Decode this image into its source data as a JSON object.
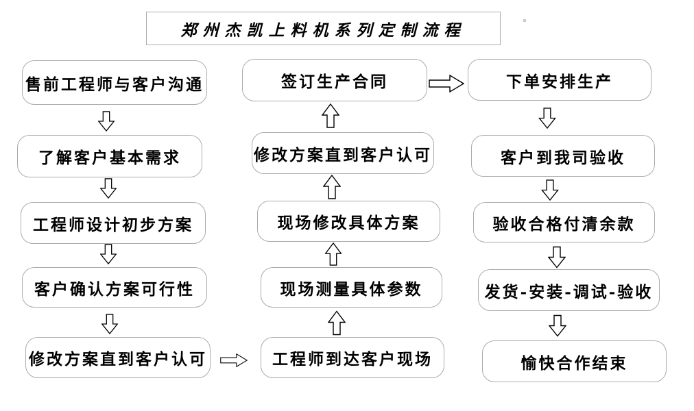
{
  "title": "郑州杰凯上料机系列定制流程",
  "flow": {
    "left": [
      "售前工程师与客户沟通",
      "了解客户基本需求",
      "工程师设计初步方案",
      "客户确认方案可行性",
      "修改方案直到客户认可"
    ],
    "middle": [
      "签订生产合同",
      "修改方案直到客户认可",
      "现场修改具体方案",
      "现场测量具体参数",
      "工程师到达客户现场"
    ],
    "right": [
      "下单安排生产",
      "客户到我司验收",
      "验收合格付清余款",
      "发货-安装-调试-验收",
      "愉快合作结束"
    ]
  },
  "icons": {
    "down_arrow": "hollow-block-arrow-down",
    "up_arrow": "hollow-block-arrow-up",
    "right_arrow": "hollow-block-arrow-right"
  },
  "colors": {
    "background": "#ffffff",
    "box_border": "#ababab",
    "arrow_outline": "#000000",
    "arrow_fill": "#ffffff",
    "text": "#000000"
  }
}
